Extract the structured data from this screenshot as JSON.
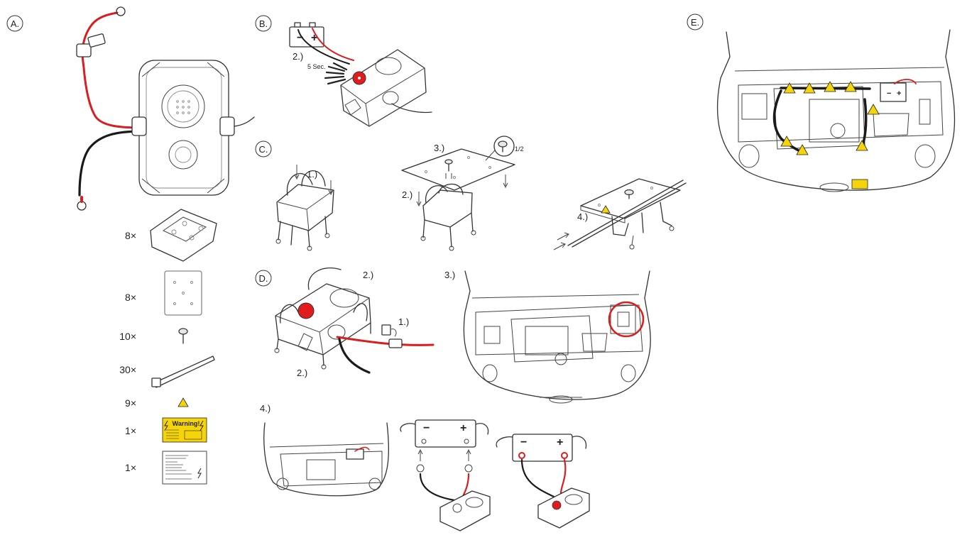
{
  "sections": {
    "a": "A.",
    "b": "B.",
    "c": "C.",
    "d": "D.",
    "e": "E."
  },
  "parts": [
    {
      "qty": "8×"
    },
    {
      "qty": "8×"
    },
    {
      "qty": "10×"
    },
    {
      "qty": "30×"
    },
    {
      "qty": "9×"
    },
    {
      "qty": "1×"
    },
    {
      "qty": "1×"
    }
  ],
  "step_b": {
    "step": "2.)",
    "timing": "5 Sec."
  },
  "step_c": {
    "step1": "1.)",
    "step2": "2.)",
    "step3": "3.)",
    "screw_fraction": "1/2",
    "step4": "4.)"
  },
  "step_d": {
    "step1": "1.)",
    "step2a": "2.)",
    "step2b": "2.)",
    "step3": "3.)",
    "step4": "4.)"
  },
  "battery": {
    "minus": "−",
    "plus": "+"
  },
  "warning_label": {
    "title": "Warning!"
  },
  "colors": {
    "cable_positive": "#d81e1e",
    "cable_negative": "#1a1a1a",
    "warning_yellow": "#f5d50a",
    "button_red": "#e01c1c"
  }
}
